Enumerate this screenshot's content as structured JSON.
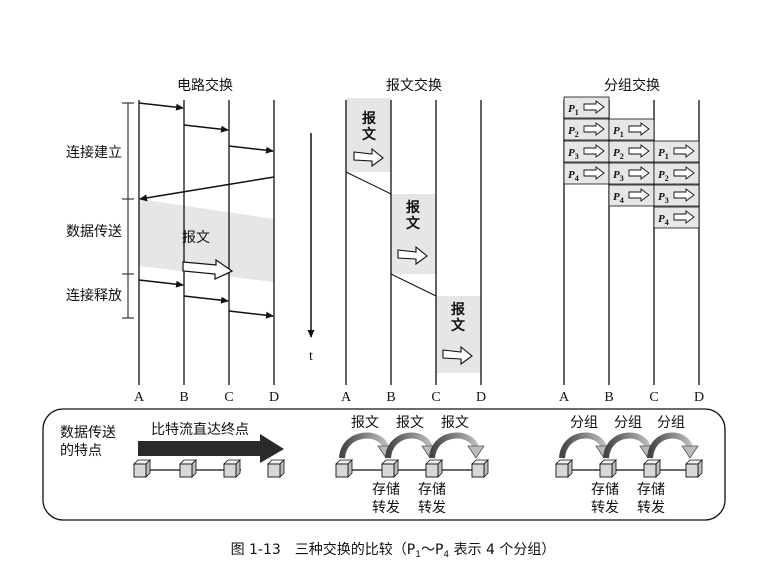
{
  "panels": {
    "circuit": {
      "title": "电路交换",
      "message": "报文",
      "phases": [
        "连接建立",
        "数据传送",
        "连接释放"
      ]
    },
    "message": {
      "title": "报文交换",
      "message": "报文"
    },
    "packet": {
      "title": "分组交换",
      "packets": [
        "P1",
        "P2",
        "P3",
        "P4"
      ]
    }
  },
  "nodes": [
    "A",
    "B",
    "C",
    "D"
  ],
  "time_label": "t",
  "features": {
    "row_label_line1": "数据传送",
    "row_label_line2": "的特点",
    "circuit_label": "比特流直达终点",
    "message_hop_label": "报文",
    "packet_hop_label": "分组",
    "store_line1": "存储",
    "store_line2": "转发"
  },
  "caption": {
    "prefix": "图 1-13　三种交换的比较（P",
    "sub1": "1",
    "mid": "～P",
    "sub2": "4",
    "suffix": " 表示 4 个分组）"
  },
  "colors": {
    "line": "#111111",
    "fill": "#e6e6e6",
    "dark_arrow": "#2a2a2a",
    "light_box": "#d8d8d8"
  }
}
